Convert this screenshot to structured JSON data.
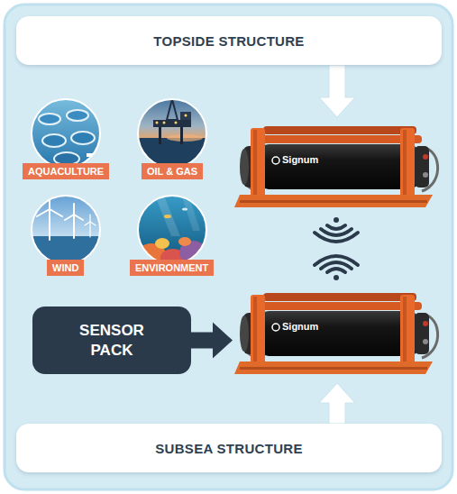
{
  "diagram": {
    "nodes": [
      {
        "text": [
          "TOPSIDE STRUCTURE"
        ]
      },
      {
        "text": [
          "AQUACULTURE"
        ]
      },
      {
        "text": [
          "OIL & GAS"
        ]
      },
      {
        "text": [
          "Signum"
        ]
      },
      {
        "text": [
          "WIND"
        ]
      },
      {
        "text": [
          "ENVIRONMENT"
        ]
      },
      {
        "text": [
          "SENSOR PACK"
        ]
      },
      {
        "text": [
          "Signum"
        ]
      },
      {
        "text": [
          "SUBSEA STRUCTURE"
        ]
      }
    ],
    "edges": [
      {
        "from": 0,
        "to": 3,
        "arrow": "to"
      },
      {
        "from": 6,
        "to": 7,
        "arrow": "to"
      },
      {
        "from": 8,
        "to": 7,
        "arrow": "to"
      }
    ]
  }
}
